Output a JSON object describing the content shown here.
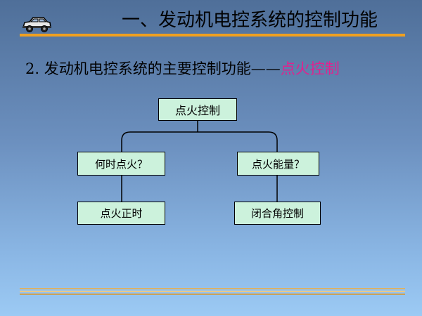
{
  "header": {
    "title": "一、发动机电控系统的控制功能"
  },
  "section": {
    "prefix": "2.  发动机电控系统的主要控制功能——",
    "highlight": "点火控制"
  },
  "diagram": {
    "root": "点火控制",
    "left_branch": "何时点火？",
    "right_branch": "点火能量？",
    "left_leaf": "点火正时",
    "right_leaf": "闭合角控制"
  },
  "colors": {
    "title_rule": "#f0a020",
    "accent_text": "#e0228f",
    "node_fill": "#ccf2dc",
    "bottom_rules": [
      "#d9b26a",
      "#e8c98a",
      "#c9a25a"
    ]
  },
  "icons": {
    "logo": "car-icon"
  }
}
